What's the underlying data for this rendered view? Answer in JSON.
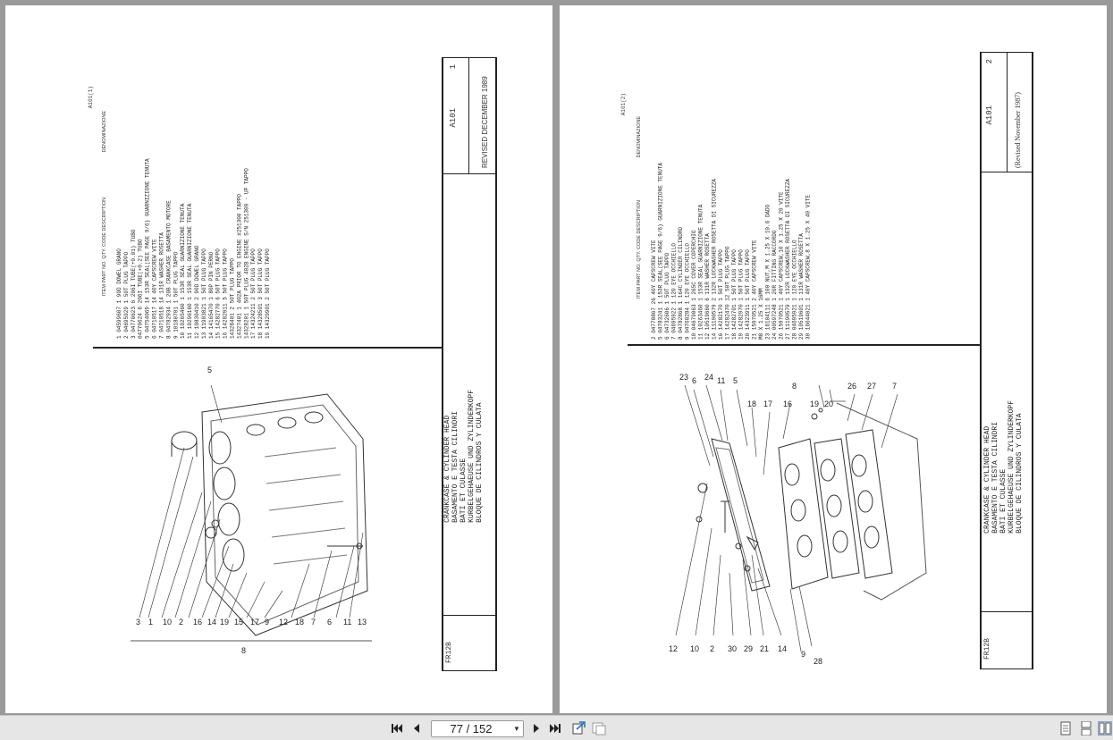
{
  "toolbar": {
    "page_indicator": "77 / 152",
    "icons": [
      "first-page-icon",
      "prev-page-icon",
      "next-page-icon",
      "last-page-icon",
      "fit-page-icon",
      "fit-width-icon",
      "single-page-view-icon",
      "continuous-view-icon",
      "two-page-view-icon"
    ]
  },
  "left_page": {
    "doc_code": "A101(1)",
    "header": "ITEM PART NO. QTY. CODE DESCRIPTION",
    "header_denom": "DENOMINAZIONE",
    "rows": [
      "1  04599607   1  90D DOWEL      GRANO",
      "2  04695929   1  50T PLUG       TAPPO",
      "3  04770623   6  206I TUBE(+0.01)   TUBO",
      "   04770624   6  206I TUBE(+0.2)    TUBO",
      "5  04754069  14  153R SEAL(SEE PAGE 9/6)  GUARNIZIONE TENUTA",
      "6  04710517  14  40Y CAPSCREW   VITE",
      "7  04710518  14  131R WASHER    ROSETTA",
      "8  04782934   1  20B CRANKCASE  BASAMENTO MOTORE",
      "9  10180701   1  50T PLUG       TAPPO",
      "10 10265460   1  153R SEAL      GUARNIZIONE TENUTA",
      "11 10296160   1  153R SEAL      GUARNIZIONE TENUTA",
      "12 10839410   2  90D DOWEL      GRANO",
      "13 11903821   1  50T PLUG       TAPPO",
      "14 14165470   1  80P PIN        PERNO",
      "15 14282770   6  50T PLUG       TAPPO",
      "16 14282911   5  50T PLUG       TAPPO",
      "   14328401   2  50T PLUG       TAPPO",
      "   14327401   1  402A PRIOR TO ENGINE #251300  TAPPO",
      "   14328201   1  50T PLUG  402B ENGINE S/N 251300 - UP  TAPPO",
      "17 14324211   2  50T PLUG       TAPPO",
      "18 14328501   3  50T PLUG       TAPPO",
      "19 14329901   2  50T PLUG       TAPPO"
    ],
    "title_lines": [
      "CRANKCASE & CYLINDER HEAD",
      "BASAMENTO E TESTA CILINDRI",
      "BATI ET CULASSE",
      "KURBELGEHAEUSE UND ZYLINDERKOPF",
      "BLOQUE DE CILINDROS Y CULATA"
    ],
    "sheet_code": "A101",
    "sheet_no": "1",
    "revised": "REVISED DECEMBER 1989",
    "model": "FR12B",
    "callouts": [
      "5",
      "3",
      "1",
      "10",
      "2",
      "16",
      "14",
      "19",
      "15",
      "17",
      "9",
      "12",
      "18",
      "7",
      "6",
      "11",
      "13",
      "8"
    ]
  },
  "right_page": {
    "doc_code": "A101(2)",
    "header": "ITEM PART NO. QTY. CODE DESCRIPTION",
    "header_denom": "DENOMINAZIONE",
    "rows": [
      "2  04778867 26  40Y CAPSCREW    VITE",
      "5  04783241  1  153R SEAL(SEE PAGE 9/6)  GUARNIZIONE TENUTA",
      "6  04732606  1  50T PLUG        TAPPO",
      "7  04695922  1  120 EYE         OCCHIELLO",
      "8  04782868  1  164C CYLINDER   CILINDRO",
      "9  04760284  1  120 EYE         OCCHIELLO",
      "10 04679063  1  265C COVER      COPERCHIO",
      "11 10263460  1  153R SEAL       GUARNIZIONE TENUTA",
      "12 10519660  6  131R WASHER     ROSETTA",
      "14 11190579  2  132R LOCKWASHER ROSETTA DI SICUREZZA",
      "16 14282170  1  50T PLUG        TAPPO",
      "17 14282470 12  50T PLUG        TAPPO",
      "18 14282701  1  50T PLUG        TAPPO",
      "19 14282970  1  50T PLUG        TAPPO",
      "20 14323911  1  50T PLUG        TAPPO",
      "21 15970521  2  40Y CAPSCREW    VITE",
      "   M8 X 1.25 X 16MM",
      "23 16104111  6  100 NUT,M X 1.25 X 10.6  DADO",
      "24 00597248  1  20R FITTING     RACCORDO",
      "26 15970521  1  40Y CAPSCREW,10 X 1.25 X 20  VITE",
      "27 11190579  1  132R LOCKWASHER ROSETTA DI SICUREZZA",
      "28 04695921  1  120 EYE         OCCHIELLO",
      "29 10519601  1  131R WASHER     ROSETTA",
      "30 16044021  1  40Y CAPSCREW,8 X 1.25 X 40  VITE"
    ],
    "title_lines": [
      "CRANKCASE & CYLINDER HEAD",
      "BASAMENTO E TESTA CILINDRI",
      "BATI ET CULASSE",
      "KURBELGEHAEUSE UND ZYLINDERKOPF",
      "BLOQUE DE CILINDROS Y CULATA"
    ],
    "sheet_code": "A101",
    "sheet_no": "2",
    "revised": "(Revised November 1987)",
    "model": "FR12B",
    "callouts": [
      "23",
      "6",
      "24",
      "11",
      "5",
      "18",
      "17",
      "16",
      "8",
      "19",
      "20",
      "26",
      "27",
      "7",
      "12",
      "10",
      "2",
      "30",
      "29",
      "21",
      "14",
      "9",
      "28"
    ]
  }
}
